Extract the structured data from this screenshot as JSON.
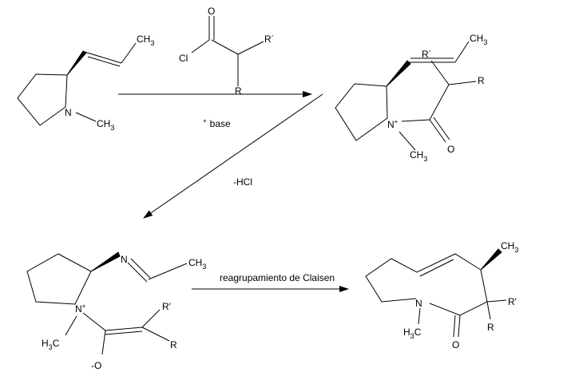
{
  "labels": {
    "ch3": "CH",
    "three": "3",
    "n": "N",
    "plus": "+",
    "cl": "Cl",
    "o": "O",
    "r": "R",
    "r_prime_acute": "R´",
    "r_prime": "R'",
    "h3c_h": "H",
    "h3c_c": "C",
    "minus_o": "-O",
    "base": "base",
    "hcl": "-HCl",
    "claisen": "reagrupamiento de Claisen"
  },
  "colors": {
    "ink": "#000000",
    "background": "#ffffff"
  }
}
